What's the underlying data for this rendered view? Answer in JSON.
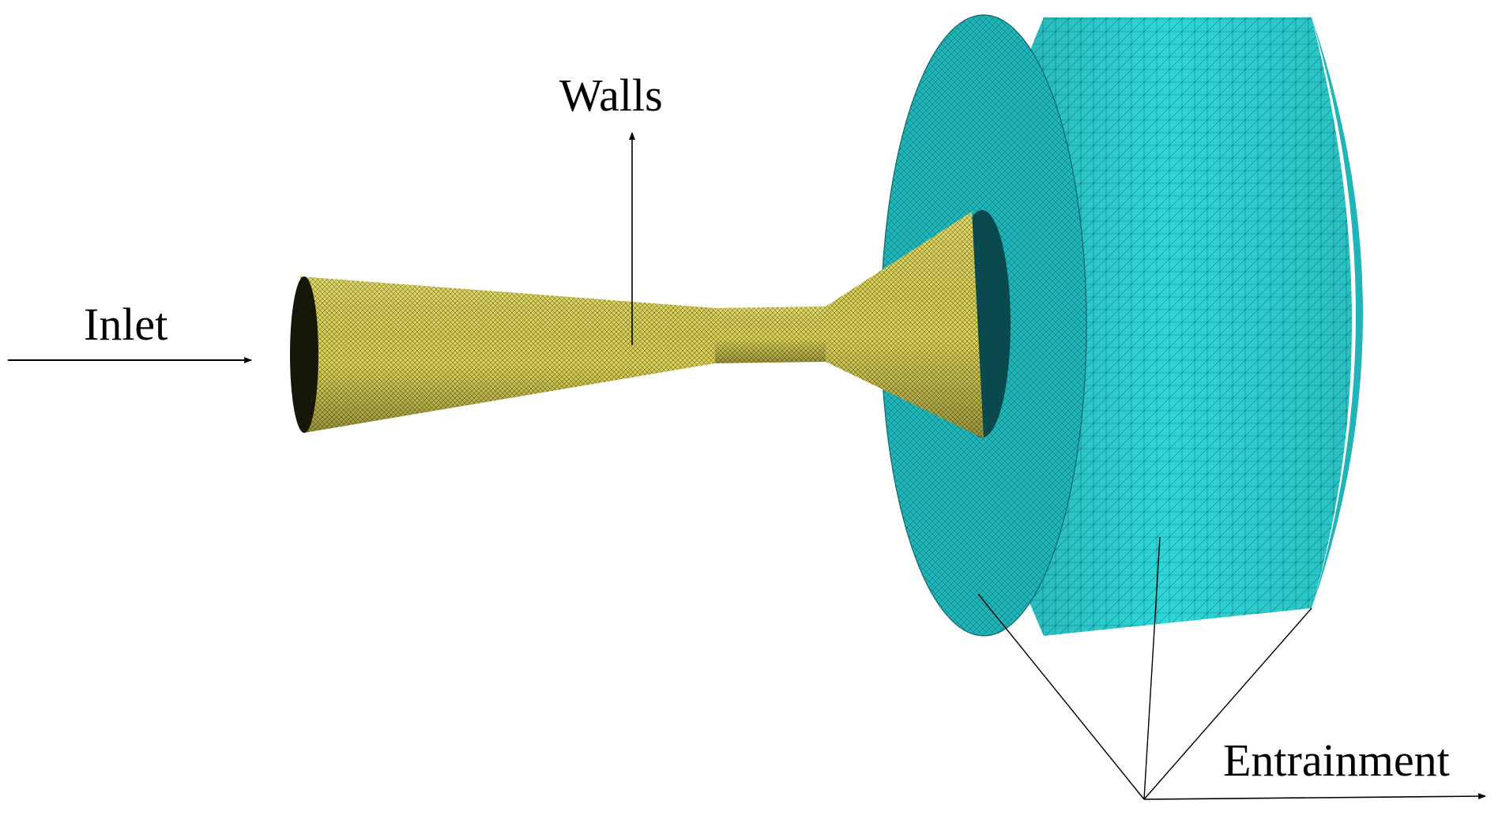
{
  "labels": {
    "inlet": "Inlet",
    "walls": "Walls",
    "entrainment": "Entrainment"
  },
  "colors": {
    "nozzle_mesh": "#dcd45a",
    "nozzle_shade": "#8e8a2a",
    "chamber_mesh": "#2fd3d6",
    "chamber_shade": "#0f9aa0",
    "line": "#000000"
  }
}
